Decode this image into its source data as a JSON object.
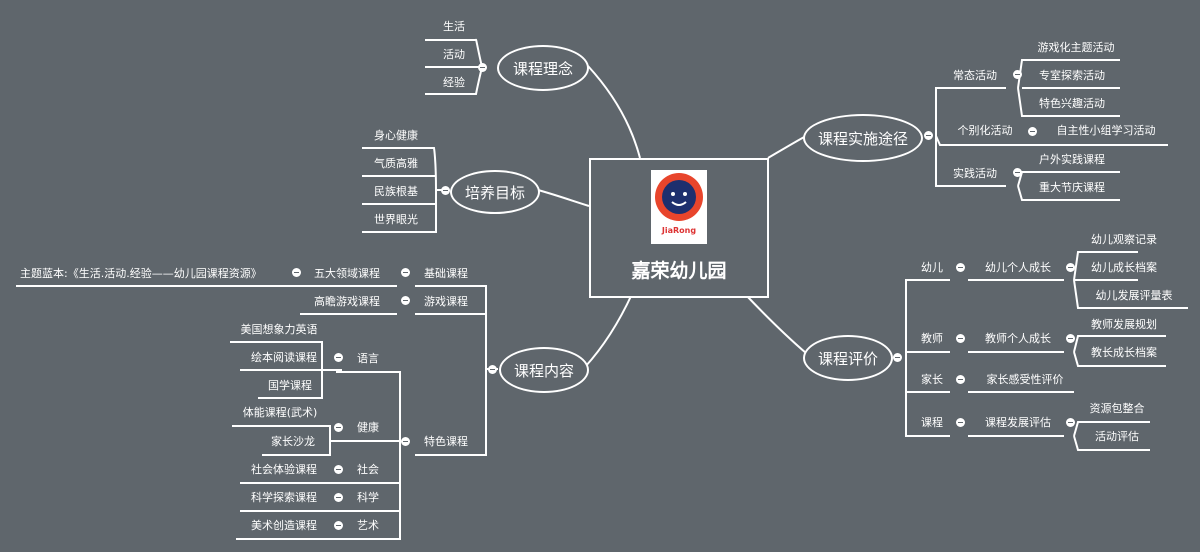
{
  "center": {
    "title": "嘉荣幼儿园",
    "logo_text": "JiaRong"
  },
  "colors": {
    "background": "#5f666c",
    "line": "#ffffff"
  },
  "branches": {
    "linian": {
      "label": "课程理念",
      "items": [
        "生活",
        "活动",
        "经验"
      ]
    },
    "peiyang": {
      "label": "培养目标",
      "items": [
        "身心健康",
        "气质高雅",
        "民族根基",
        "世界眼光"
      ]
    },
    "neirong": {
      "label": "课程内容",
      "jichu": "基础课程",
      "wuda": "五大领域课程",
      "zhuti": "主题蓝本:《生活.活动.经验——幼儿园课程资源》",
      "youxi": "游戏课程",
      "gaozhan": "高瞻游戏课程",
      "tese": "特色课程",
      "yuyan": "语言",
      "yuyan_items": [
        "美国想象力英语",
        "绘本阅读课程",
        "国学课程"
      ],
      "jiankang": "健康",
      "jiankang_items": [
        "体能课程(武术)",
        "家长沙龙"
      ],
      "shehui": "社会",
      "shehui_item": "社会体验课程",
      "kexue": "科学",
      "kexue_item": "科学探索课程",
      "yishu": "艺术",
      "yishu_item": "美术创造课程"
    },
    "shishi": {
      "label": "课程实施途径",
      "changtai": "常态活动",
      "changtai_items": [
        "游戏化主题活动",
        "专室探索活动",
        "特色兴趣活动"
      ],
      "gebie": "个别化活动",
      "gebie_item": "自主性小组学习活动",
      "shijian": "实践活动",
      "shijian_items": [
        "户外实践课程",
        "重大节庆课程"
      ]
    },
    "pingjia": {
      "label": "课程评价",
      "youer": "幼儿",
      "youer_mid": "幼儿个人成长",
      "youer_items": [
        "幼儿观察记录",
        "幼儿成长档案",
        "幼儿发展评量表"
      ],
      "jiaoshi": "教师",
      "jiaoshi_mid": "教师个人成长",
      "jiaoshi_items": [
        "教师发展规划",
        "教长成长档案"
      ],
      "jiazhang": "家长",
      "jiazhang_mid": "家长感受性评价",
      "kecheng": "课程",
      "kecheng_mid": "课程发展评估",
      "kecheng_items": [
        "资源包整合",
        "活动评估"
      ]
    }
  }
}
